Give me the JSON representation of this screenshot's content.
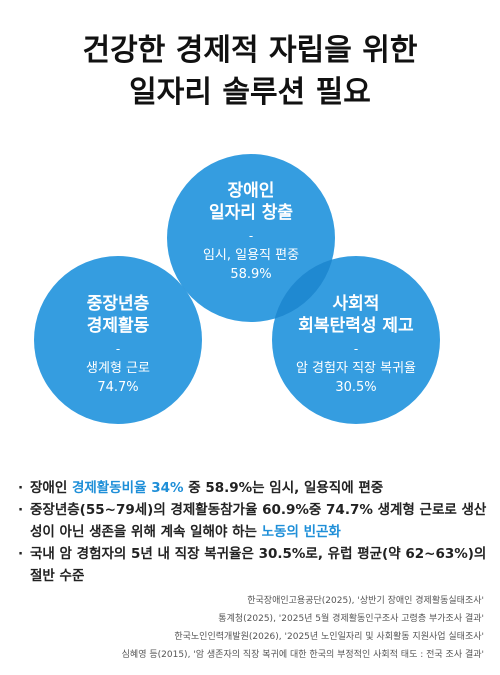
{
  "title": {
    "line1": "건강한 경제적 자립을 위한",
    "line2": "일자리 솔루션 필요"
  },
  "circles": {
    "top": {
      "title1": "장애인",
      "title2": "일자리 창출",
      "dash": "-",
      "desc1": "임시, 일용직 편중",
      "desc2": "58.9%"
    },
    "left": {
      "title1": "중장년층",
      "title2": "경제활동",
      "dash": "-",
      "desc1": "생계형 근로",
      "desc2": "74.7%"
    },
    "right": {
      "title1": "사회적",
      "title2": "회복탄력성 제고",
      "dash": "-",
      "desc1": "암 경험자 직장 복귀율",
      "desc2": "30.5%"
    }
  },
  "bullets": {
    "marker": "·",
    "b1": {
      "pre": "장애인 ",
      "hl": "경제활동비율 34%",
      "post": " 중 58.9%는 임시, 일용직에 편중"
    },
    "b2": {
      "pre": "중장년층(55~79세)의 경제활동참가율 60.9%중 74.7% 생계형 근로로 생산성이 아닌 생존을 위해 계속 일해야 하는 ",
      "hl": "노동의 빈곤화",
      "post": ""
    },
    "b3": {
      "text": "국내 암 경험자의 5년 내 직장 복귀율은 30.5%로, 유럽 평균(약 62~63%)의 절반 수준"
    }
  },
  "sources": [
    "한국장애인고용공단(2025), '상반기 장애인 경제활동실태조사'",
    "통계청(2025), '2025년 5월 경제활동인구조사 고령층 부가조사 결과'",
    "한국노인인력개발원(2026), '2025년 노인일자리 및 사회활동 지원사업 실태조사'",
    "심혜영 등(2015), '암 생존자의 직장 복귀에 대한 한국의 부정적인 사회적 태도 : 전국 조사 결과'"
  ],
  "colors": {
    "circle": "#2696DE",
    "highlight": "#1F8FD8"
  }
}
